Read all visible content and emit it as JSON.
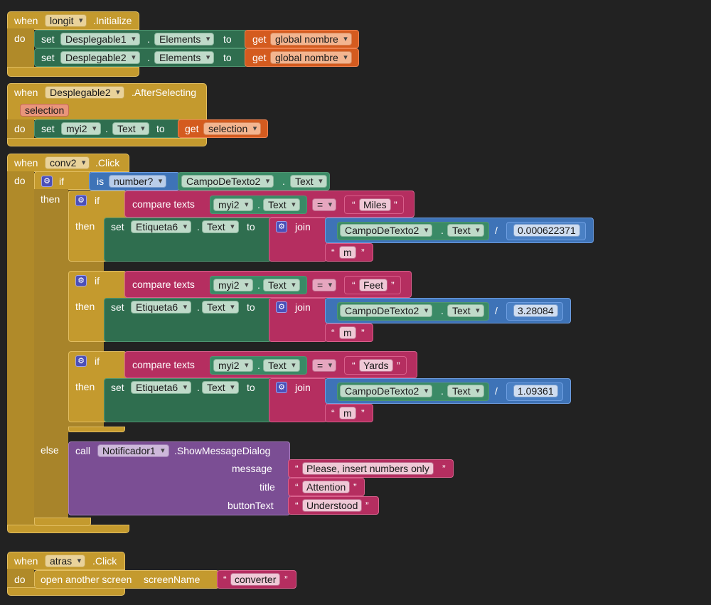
{
  "block1": {
    "when": "when",
    "component": "longit",
    "event": ".Initialize",
    "do": "do",
    "rows": [
      {
        "set": "set",
        "component": "Desplegable1",
        "dot": ".",
        "property": "Elements",
        "to": "to",
        "get": "get",
        "var": "global nombre"
      },
      {
        "set": "set",
        "component": "Desplegable2",
        "dot": ".",
        "property": "Elements",
        "to": "to",
        "get": "get",
        "var": "global nombre"
      }
    ]
  },
  "block2": {
    "when": "when",
    "component": "Desplegable2",
    "event": ".AfterSelecting",
    "param": "selection",
    "do": "do",
    "set": "set",
    "target": "myi2",
    "dot": ".",
    "property": "Text",
    "to": "to",
    "get": "get",
    "var": "selection"
  },
  "block3": {
    "when": "when",
    "component": "conv2",
    "event": ".Click",
    "do": "do",
    "if": "if",
    "then": "then",
    "else": "else",
    "is_label": "is",
    "is_op": "number?",
    "test_component": "CampoDeTexto2",
    "test_dot": ".",
    "test_property": "Text",
    "conditions": [
      {
        "if": "if",
        "then": "then",
        "compare": "compare texts",
        "left_comp": "myi2",
        "left_prop": "Text",
        "op": "=",
        "value": "Miles",
        "set": "set",
        "target": "Etiqueta6",
        "target_prop": "Text",
        "to": "to",
        "join": "join",
        "div_comp": "CampoDeTexto2",
        "div_prop": "Text",
        "div_op": "/",
        "divisor": "0.000622371",
        "unit": "m"
      },
      {
        "if": "if",
        "then": "then",
        "compare": "compare texts",
        "left_comp": "myi2",
        "left_prop": "Text",
        "op": "=",
        "value": "Feet",
        "set": "set",
        "target": "Etiqueta6",
        "target_prop": "Text",
        "to": "to",
        "join": "join",
        "div_comp": "CampoDeTexto2",
        "div_prop": "Text",
        "div_op": "/",
        "divisor": "3.28084",
        "unit": "m"
      },
      {
        "if": "if",
        "then": "then",
        "compare": "compare texts",
        "left_comp": "myi2",
        "left_prop": "Text",
        "op": "=",
        "value": "Yards",
        "set": "set",
        "target": "Etiqueta6",
        "target_prop": "Text",
        "to": "to",
        "join": "join",
        "div_comp": "CampoDeTexto2",
        "div_prop": "Text",
        "div_op": "/",
        "divisor": "1.09361",
        "unit": "m"
      }
    ],
    "call": {
      "call": "call",
      "component": "Notificador1",
      "method": ".ShowMessageDialog",
      "message_label": "message",
      "message": "Please, insert numbers only",
      "title_label": "title",
      "title": "Attention",
      "button_label": "buttonText",
      "button": "Understood"
    }
  },
  "block4": {
    "when": "when",
    "component": "atras",
    "event": ".Click",
    "do": "do",
    "action": "open another screen",
    "arg_label": "screenName",
    "screen": "converter"
  },
  "quote_open": "“",
  "quote_close": "”",
  "colors": {
    "background": "#222222",
    "event": "#c49a2e",
    "setter": "#2f6e4f",
    "getter": "#d45b1f",
    "math": "#3e73b7",
    "text": "#b52e60",
    "call": "#7b4e94"
  }
}
